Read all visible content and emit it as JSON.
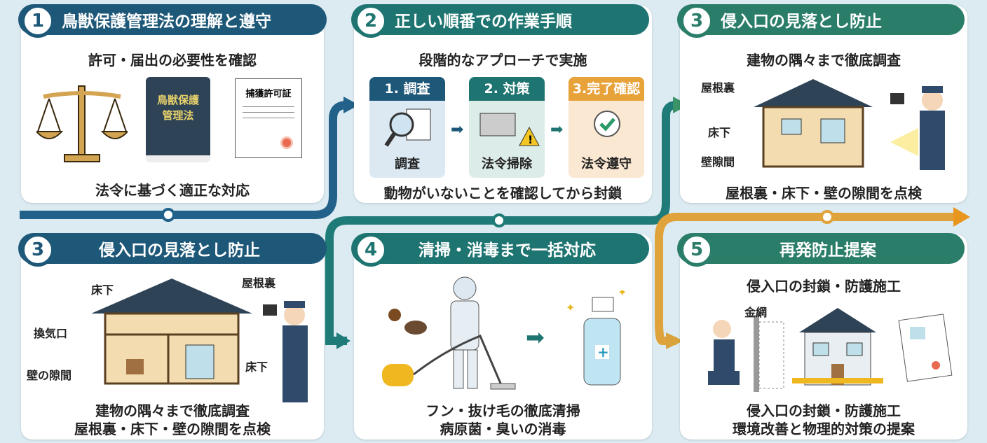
{
  "colors": {
    "blue": "#1e5878",
    "teal": "#1d7470",
    "green": "#2a7d68",
    "orange": "#e8a23a",
    "bg": "#dcebf2"
  },
  "panel1": {
    "number": "1",
    "title": "鳥獣保護管理法の理解と遵守",
    "subtitle": "許可・届出の必要性を確認",
    "book_title": "鳥獣保護\n管理法",
    "book_line1": "鳥獣保護",
    "book_line2": "管理法",
    "certificate": "捕獲許可証",
    "footer": "法令に基づく適正な対応"
  },
  "panel2": {
    "number": "2",
    "title": "正しい順番での作業手順",
    "subtitle": "段階的なアプローチで実施",
    "steps": [
      {
        "label": "1. 調査",
        "caption": "調査"
      },
      {
        "label": "2. 対策",
        "caption": "法令掃除"
      },
      {
        "label": "3.完了確認",
        "caption": "法令遵守"
      }
    ],
    "footer": "動物がいないことを確認してから封鎖"
  },
  "panel3a": {
    "number": "3",
    "title": "侵入口の見落とし防止",
    "subtitle": "建物の隅々まで徹底調査",
    "labels": [
      "屋根裏",
      "床下",
      "壁隙間"
    ],
    "footer": "屋根裏・床下・壁の隙間を点検"
  },
  "panel3b": {
    "number": "3",
    "title": "侵入口の見落とし防止",
    "labels": [
      "床下",
      "屋根裏",
      "換気口",
      "壁の隙間",
      "床下"
    ],
    "footer1": "建物の隅々まで徹底調査",
    "footer2": "屋根裏・床下・壁の隙間を点検"
  },
  "panel4": {
    "number": "4",
    "title": "清掃・消毒まで一括対応",
    "footer1": "フン・抜け毛の徹底清掃",
    "footer2": "病原菌・臭いの消毒"
  },
  "panel5": {
    "number": "5",
    "title": "再発防止提案",
    "subtitle": "侵入口の封鎖・防護施工",
    "label": "金網",
    "footer1": "侵入口の封鎖・防護施工",
    "footer2": "環境改善と物理的対策の提案"
  }
}
